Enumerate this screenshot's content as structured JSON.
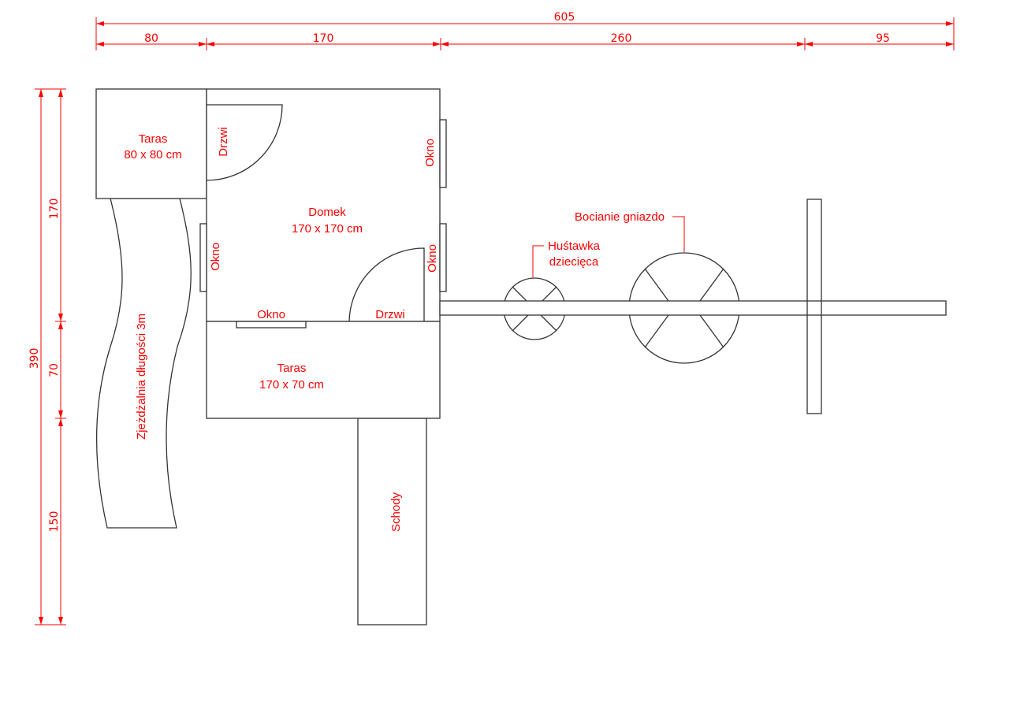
{
  "dimensions": {
    "total_width": "605",
    "widths": [
      "80",
      "170",
      "260",
      "95"
    ],
    "total_height": "390",
    "heights": [
      "170",
      "70",
      "150"
    ]
  },
  "labels": {
    "taras_small": "Taras",
    "taras_small_size": "80 x 80 cm",
    "drzwi_top": "Drzwi",
    "okno_right_top": "Okno",
    "domek": "Domek",
    "domek_size": "170 x 170 cm",
    "okno_left": "Okno",
    "okno_right_bottom": "Okno",
    "okno_bottom": "Okno",
    "drzwi_bottom": "Drzwi",
    "taras_large": "Taras",
    "taras_large_size": "170 x 70 cm",
    "schody": "Schody",
    "slide": "Zjeżdżalnia długości 3m",
    "swing_line1": "Huśtawka",
    "swing_line2": "dziecięca",
    "nest": "Bocianie gniazdo"
  },
  "colors": {
    "annotation": "#ff0000",
    "outline": "#333333"
  }
}
